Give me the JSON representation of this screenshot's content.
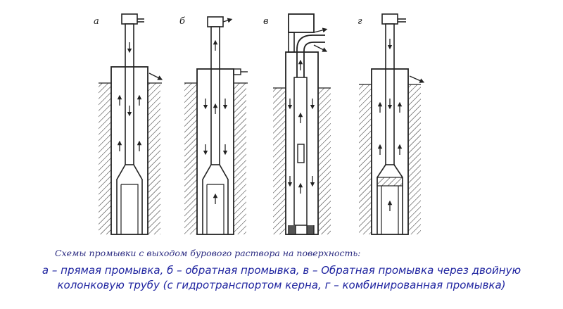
{
  "panels": [
    {
      "id": "a",
      "label": "а"
    },
    {
      "id": "b",
      "label": "б"
    },
    {
      "id": "v",
      "label": "в"
    },
    {
      "id": "g",
      "label": "г"
    }
  ],
  "caption": {
    "title": "Схемы промывки с выходом бурового раствора на поверхность:",
    "line1": "а – прямая промывка, б – обратная промывка, в – Обратная промывка через двойную",
    "line2": "колонковую трубу (с гидротранспортом керна, г – комбинированная промывка)"
  },
  "colors": {
    "ink": "#222222",
    "caption_title": "#2a2a80",
    "caption_body": "#1f24a0"
  }
}
